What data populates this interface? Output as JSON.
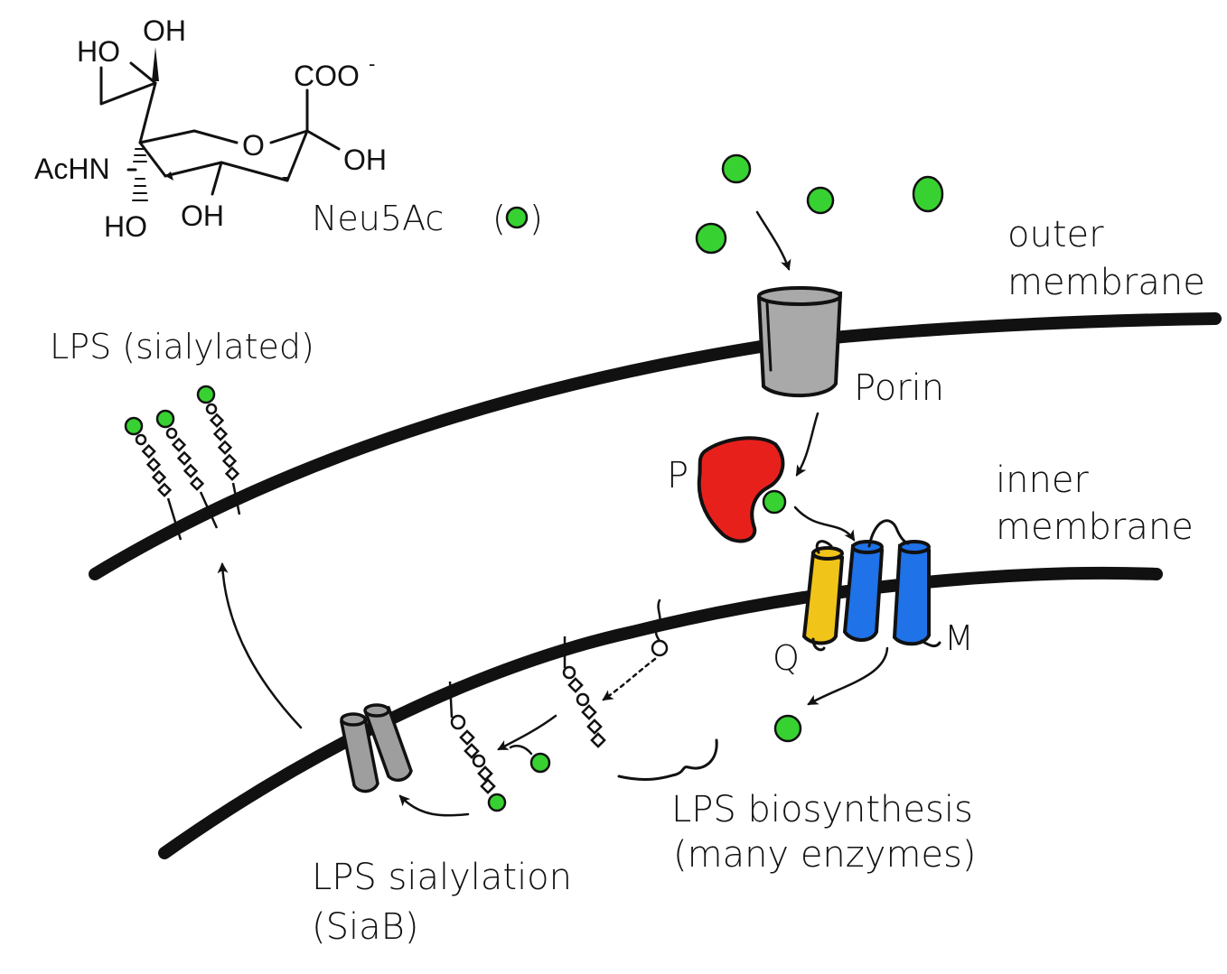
{
  "molecule": {
    "groups": [
      "HO",
      "OH",
      "COO",
      "-",
      "O",
      "OH",
      "AcHN",
      "HO",
      "OH"
    ],
    "name": "Neu5Ac"
  },
  "labels": {
    "outer_membrane_line1": "outer",
    "outer_membrane_line2": "membrane",
    "inner_membrane_line1": "inner",
    "inner_membrane_line2": "membrane",
    "porin": "Porin",
    "p": "P",
    "q": "Q",
    "m": "M",
    "lps_sialylated": "LPS (sialylated)",
    "lps_biosynthesis_line1": "LPS biosynthesis",
    "lps_biosynthesis_line2": "(many enzymes)",
    "lps_sialylation_line1": "LPS sialylation",
    "lps_sialylation_line2": "(SiaB)"
  },
  "colors": {
    "neu5ac": "#37d231",
    "porin": "#a9a9a9",
    "protein_p": "#e8201c",
    "protein_q": "#f0c419",
    "protein_m": "#1f72e8",
    "siab": "#9e9e9e",
    "membrane": "#111111"
  }
}
